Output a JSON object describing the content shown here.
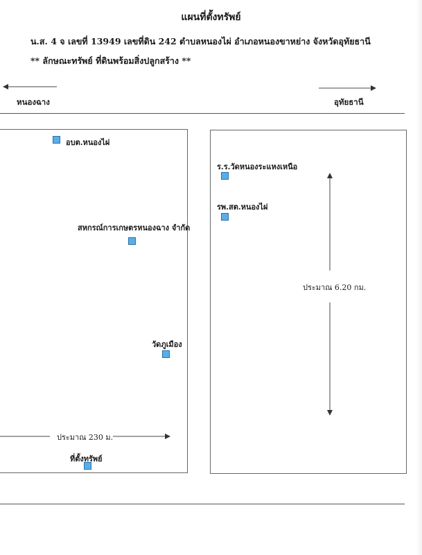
{
  "header": {
    "title": "แผนที่ตั้งทรัพย์",
    "deed_line": "น.ส. 4 จ เลขที่ 13949 เลขที่ดิน 242 ตำบลหนองไผ่ อำเภอหนองขาหย่าง จังหวัดอุทัยธานี",
    "property_type": "** ลักษณะทรัพย์ ที่ดินพร้อมสิ่งปลูกสร้าง **"
  },
  "directions": {
    "left": "หนองฉาง",
    "right": "อุทัยธานี"
  },
  "places": {
    "sao": "อบต.หนองไผ่",
    "coop": "สหกรณ์การเกษตรหนองฉาง จำกัด",
    "temple": "วัดภูเมือง",
    "property": "ที่ตั้งทรัพย์",
    "school": "ร.ร.วัดหนองระแหงเหนือ",
    "hospital": "รพ.สต.หนองไผ่"
  },
  "distances": {
    "horizontal": "ประมาณ 230 ม.",
    "vertical": "ประมาณ 6.20 กม."
  },
  "colors": {
    "marker_fill": "#5aaee8",
    "marker_border": "#2a6fa8",
    "line": "#555555"
  }
}
